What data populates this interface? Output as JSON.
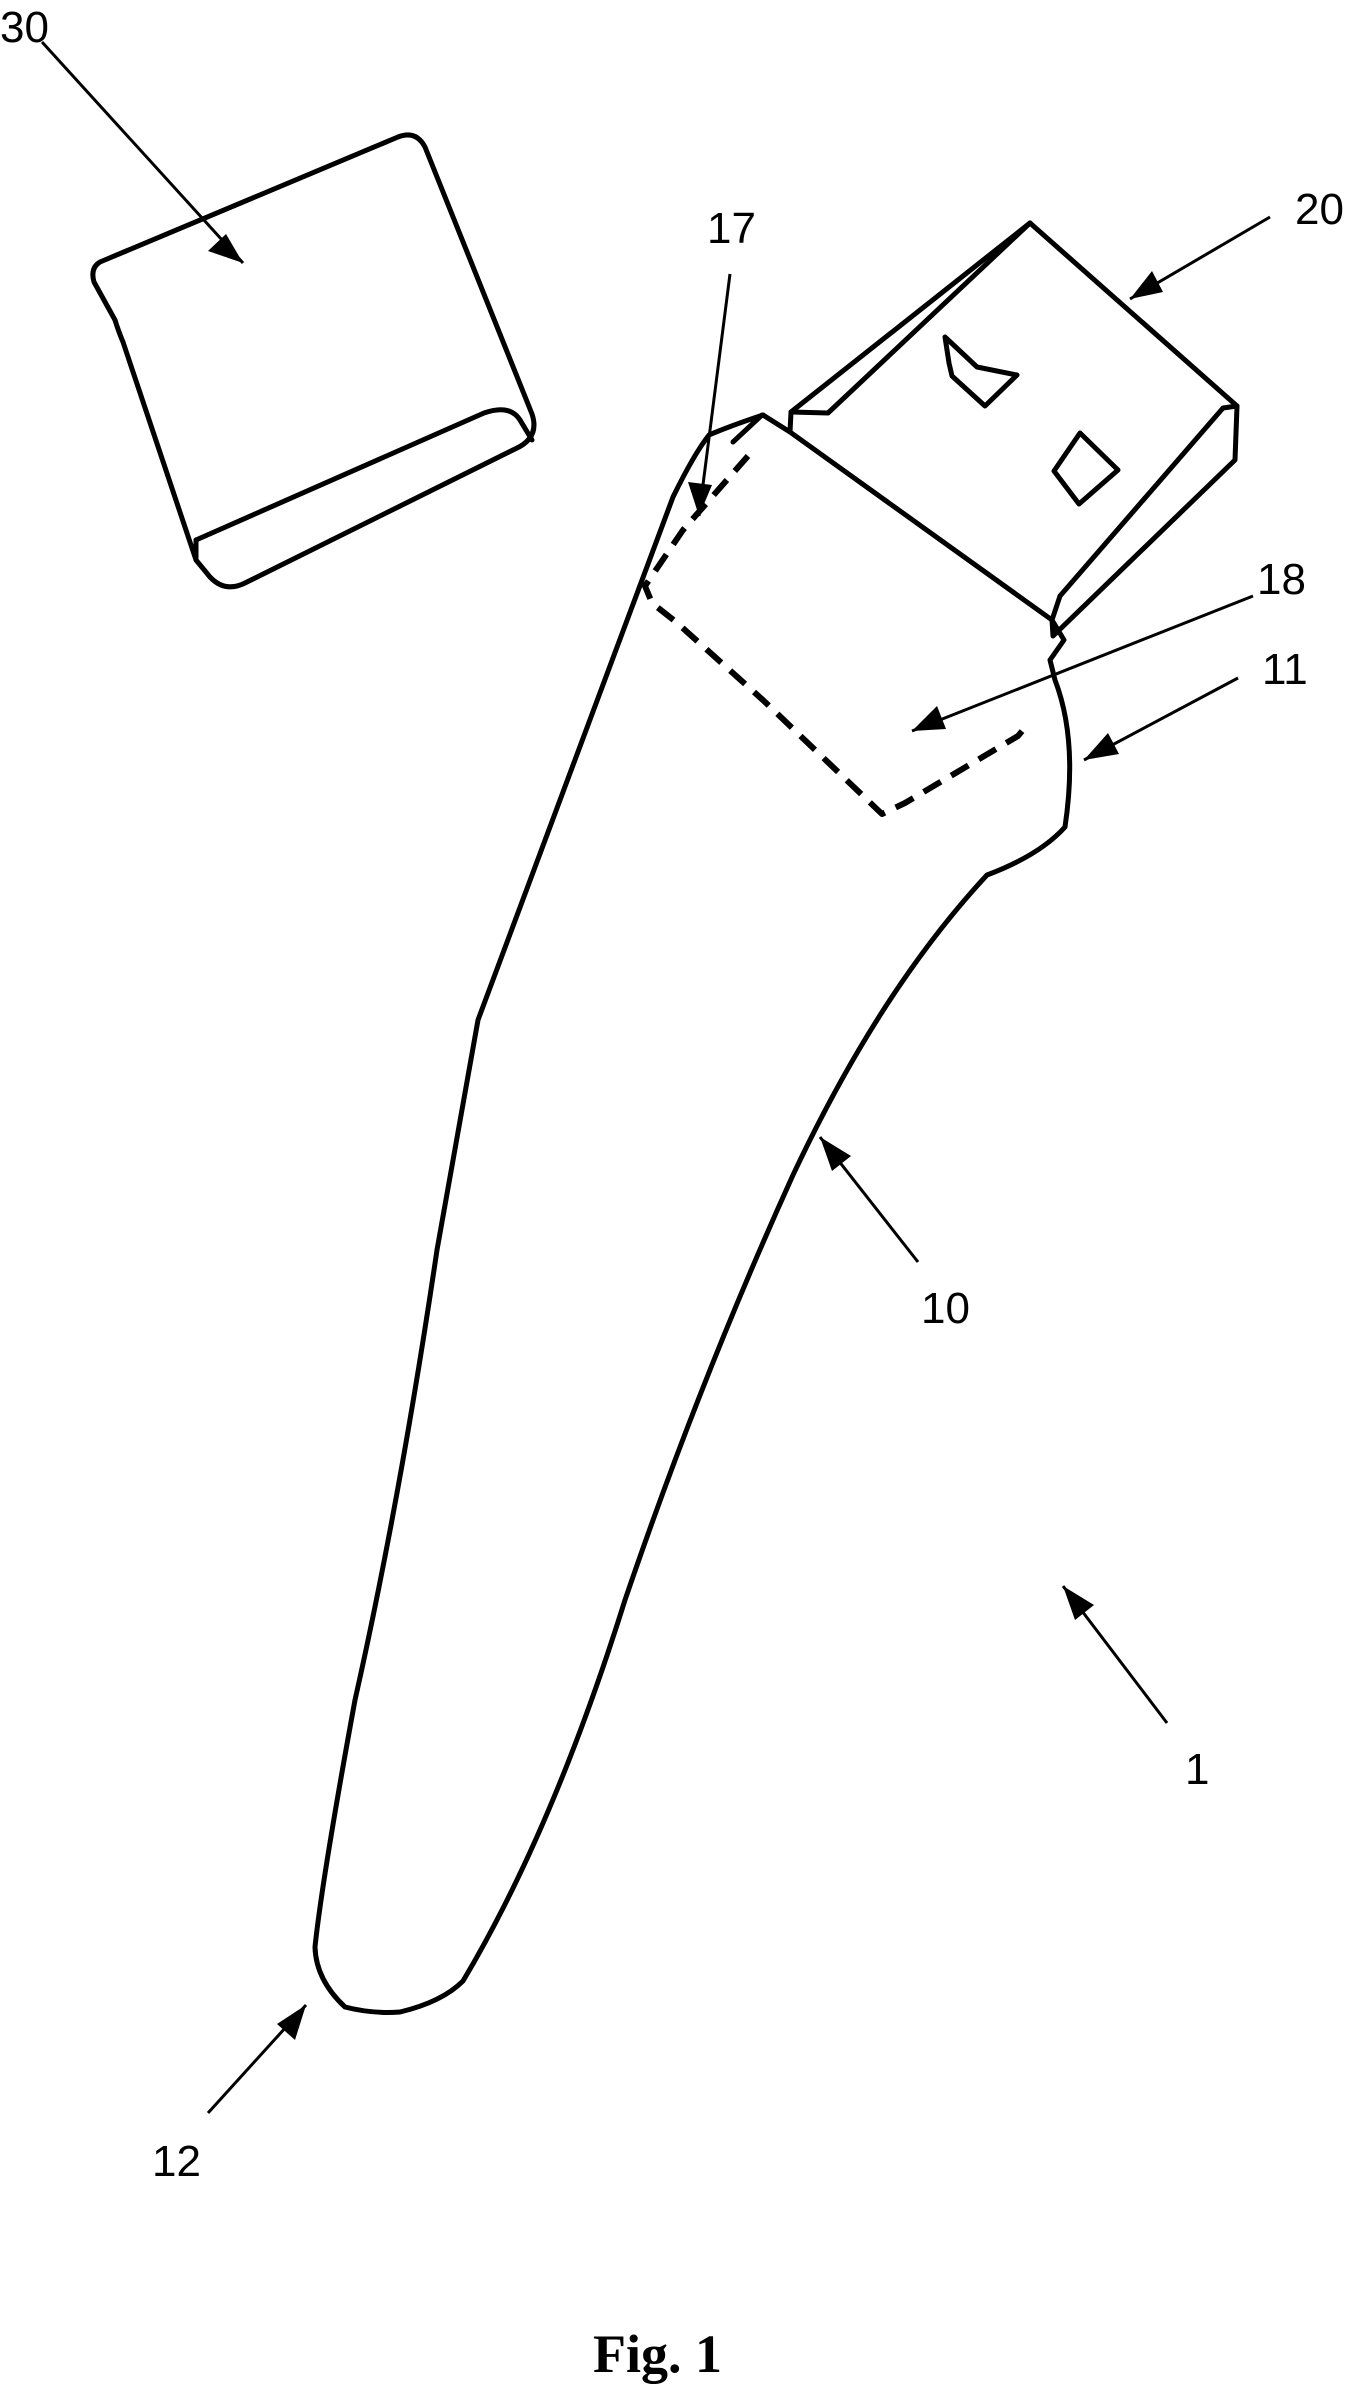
{
  "figure": {
    "caption": "Fig. 1",
    "reference_numerals": {
      "device": "1",
      "body": "10",
      "first_end": "11",
      "second_end": "12",
      "recess_edge": "17",
      "recess": "18",
      "connector": "20",
      "cap": "30"
    }
  }
}
